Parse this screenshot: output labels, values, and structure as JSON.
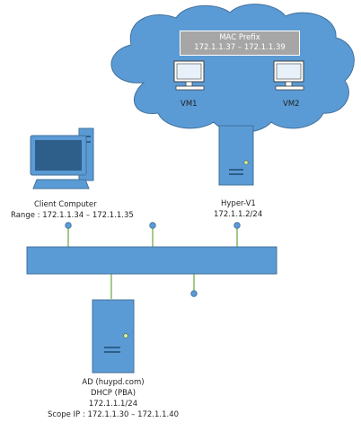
{
  "cloud": {
    "mac_prefix_title": "MAC Prefix",
    "mac_prefix_range": "172.1.1.37 – 172.1.1.39",
    "vm1_label": "VM1",
    "vm2_label": "VM2"
  },
  "client": {
    "name": "Client Computer",
    "range": "Range : 172.1.1.34 – 172.1.1.35"
  },
  "hyperv": {
    "name": "Hyper-V1",
    "ip": "172.1.1.2/24"
  },
  "ad_server": {
    "line1": "AD (huypd.com)",
    "line2": "DHCP (PBA)",
    "line3": "172.1.1.1/24",
    "line4": "Scope IP : 172.1.1.30 – 172.1.1.40"
  },
  "colors": {
    "cloud_fill": "#5b9bd5",
    "cloud_stroke": "#41719c",
    "bus_fill": "#5b9bd5",
    "node_fill": "#5b9bd5",
    "link_color": "#70ad47",
    "server_fill": "#5b9bd5",
    "mac_box_fill": "#a6a6a6"
  }
}
